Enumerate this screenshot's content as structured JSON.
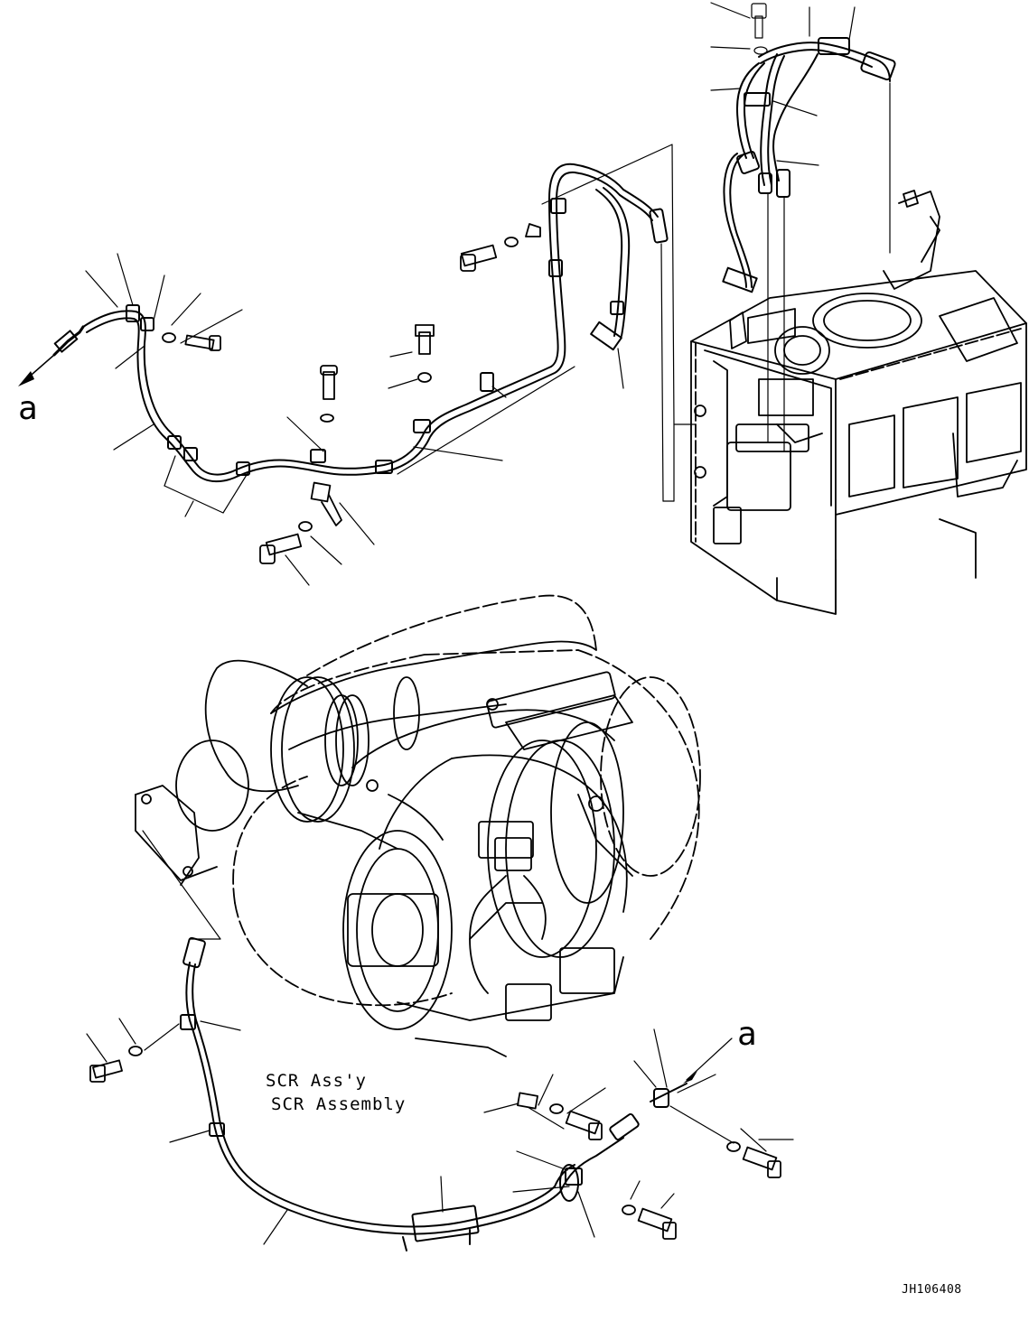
{
  "diagram": {
    "ref_marker_top": "a",
    "ref_marker_bottom": "a",
    "assembly_label_line1": "SCR Ass'y",
    "assembly_label_line2": "SCR Assembly",
    "figure_id": "JH106408"
  },
  "colors": {
    "ink": "#000000",
    "paper": "#ffffff"
  }
}
